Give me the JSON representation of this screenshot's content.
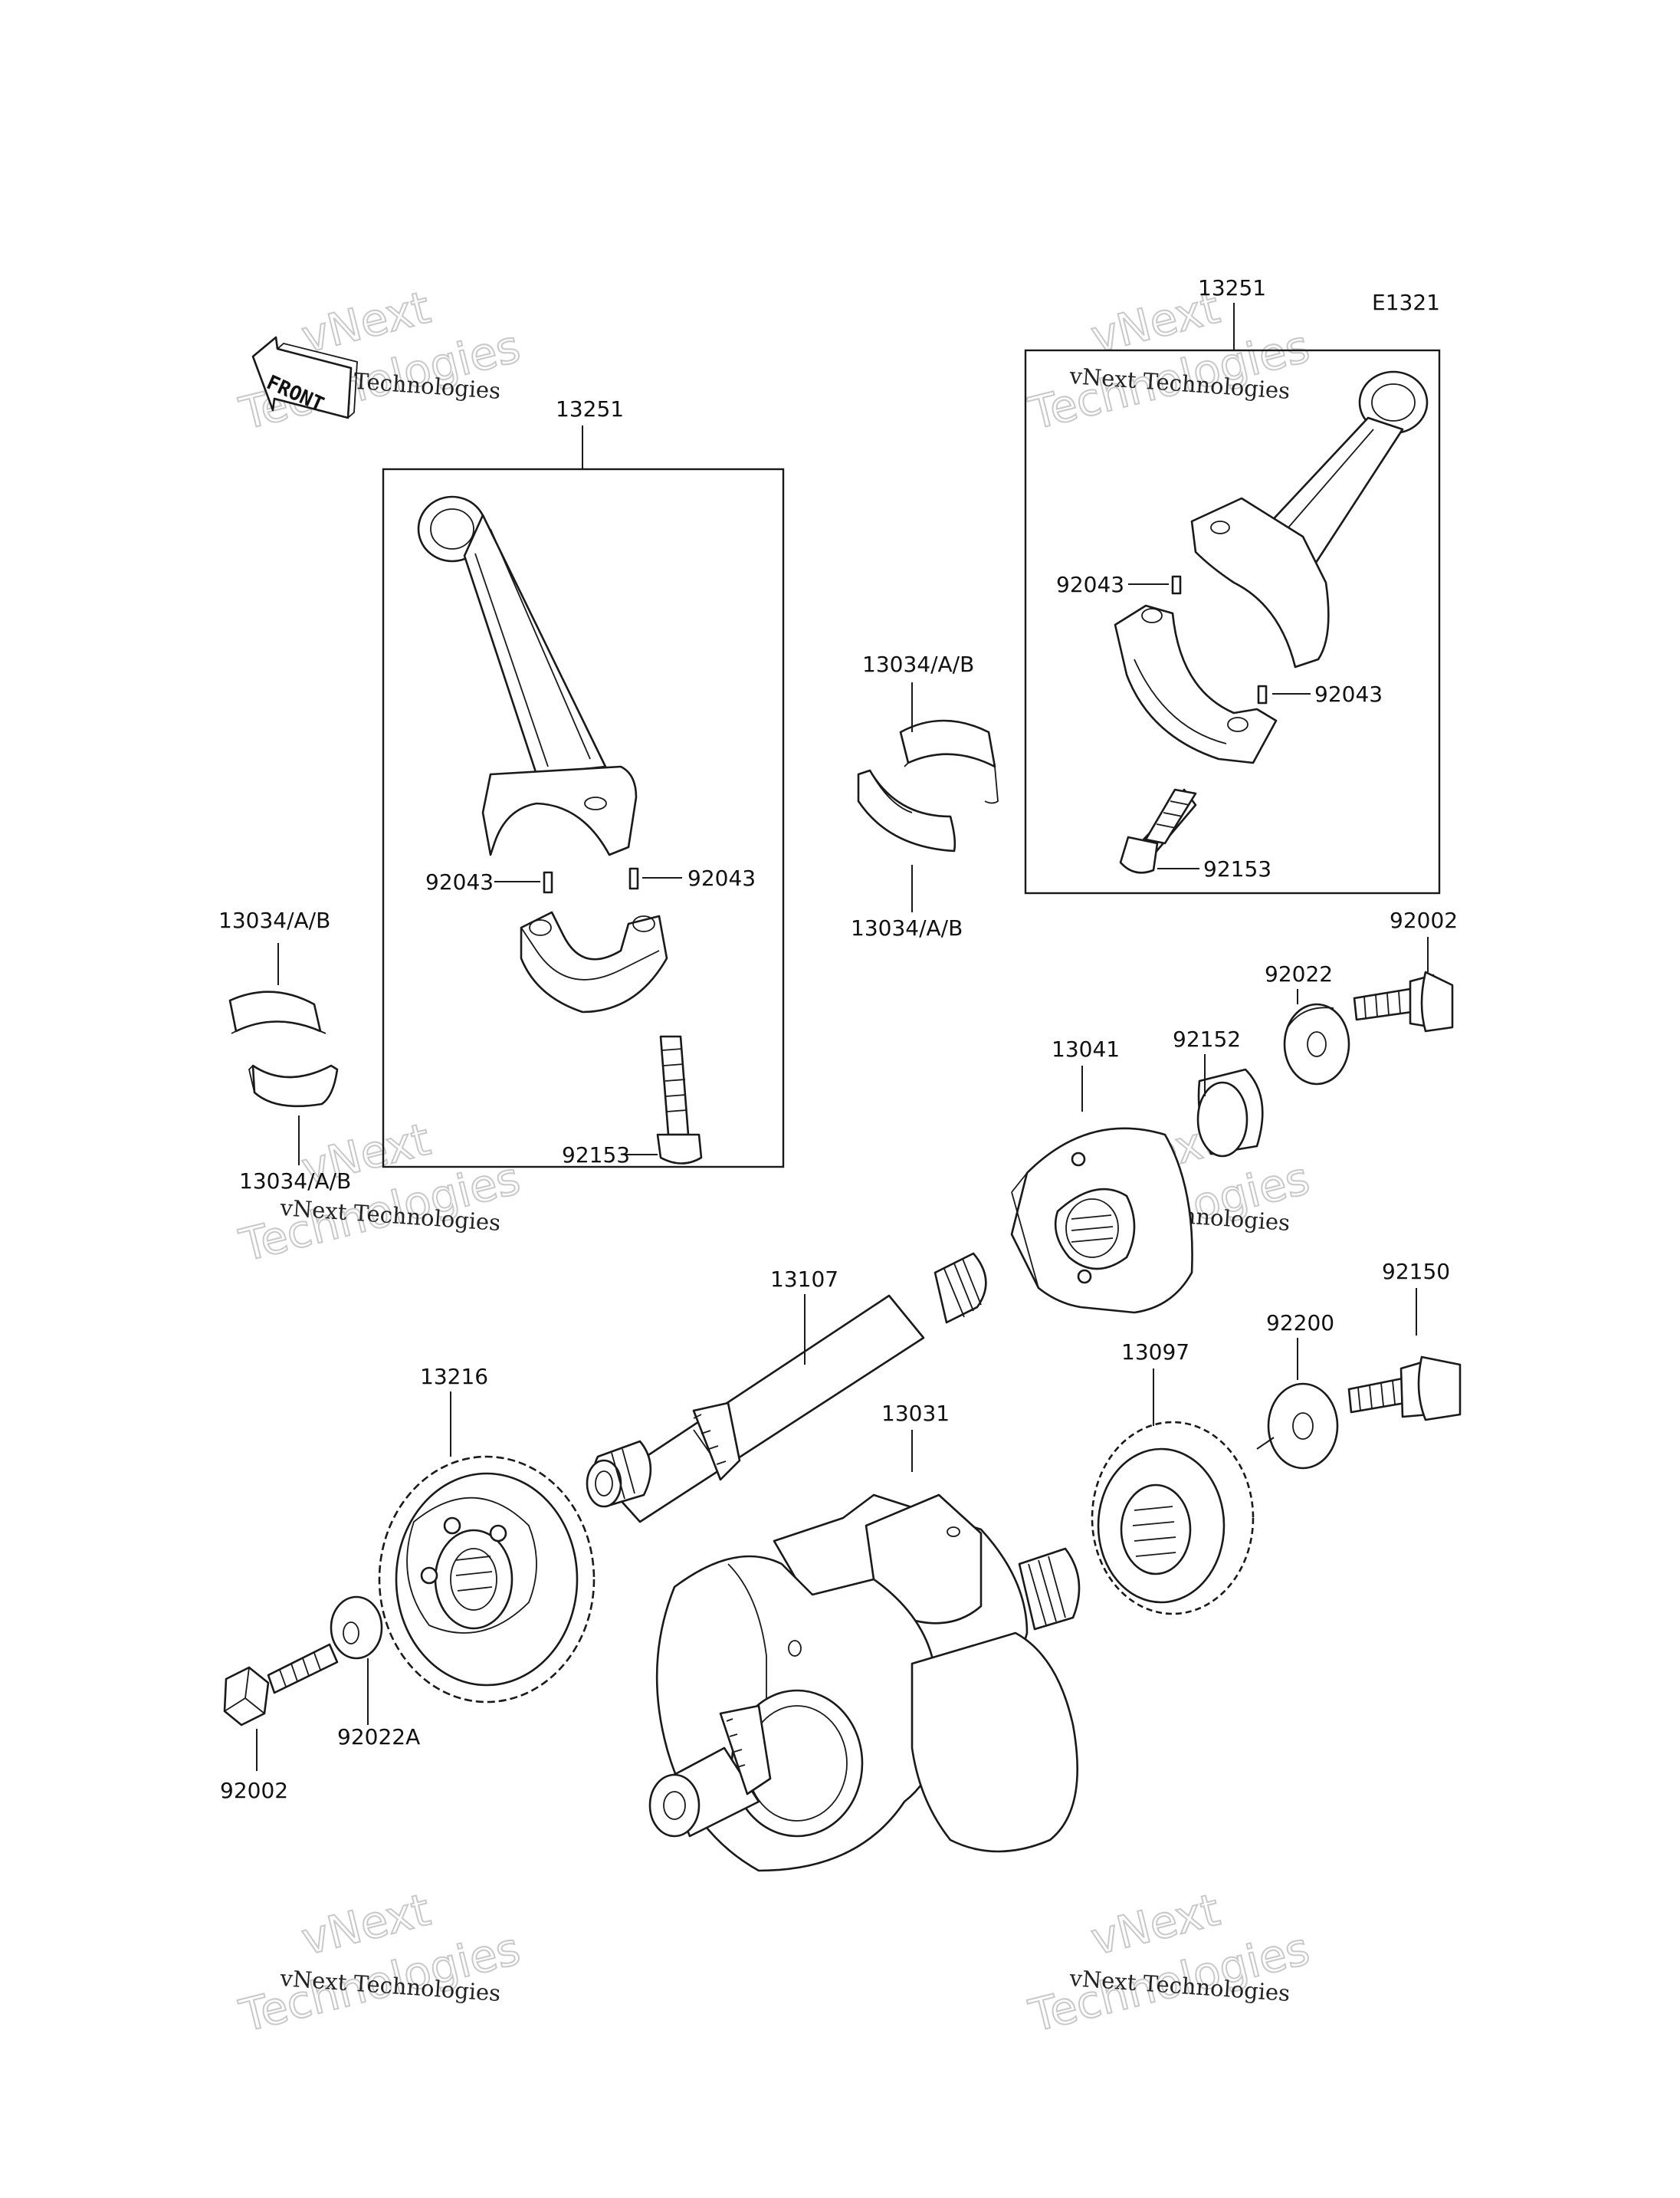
{
  "diagram_code": "E1321",
  "front_arrow_text": "FRONT",
  "watermark": {
    "line1": "vNext",
    "line2": "Technologies",
    "caption": "vNext Technologies"
  },
  "labels": {
    "conrod_box_left": "13251",
    "conrod_box_right": "13251",
    "pin_l1": "92043",
    "pin_l2": "92043",
    "bolt_l": "92153",
    "pin_r1": "92043",
    "pin_r2": "92043",
    "bolt_r": "92153",
    "bearing_mid_top": "13034/A/B",
    "bearing_mid_bottom": "13034/A/B",
    "bearing_left_top": "13034/A/B",
    "bearing_left_bottom": "13034/A/B",
    "bolt_92002_right": "92002",
    "washer_92022": "92022",
    "bushing_92152": "92152",
    "weight_13041": "13041",
    "shaft_13107": "13107",
    "gear_13216": "13216",
    "crank_13031": "13031",
    "gear_13097": "13097",
    "washer_92200": "92200",
    "bolt_92150": "92150",
    "washer_92022A": "92022A",
    "bolt_92002_left": "92002"
  }
}
